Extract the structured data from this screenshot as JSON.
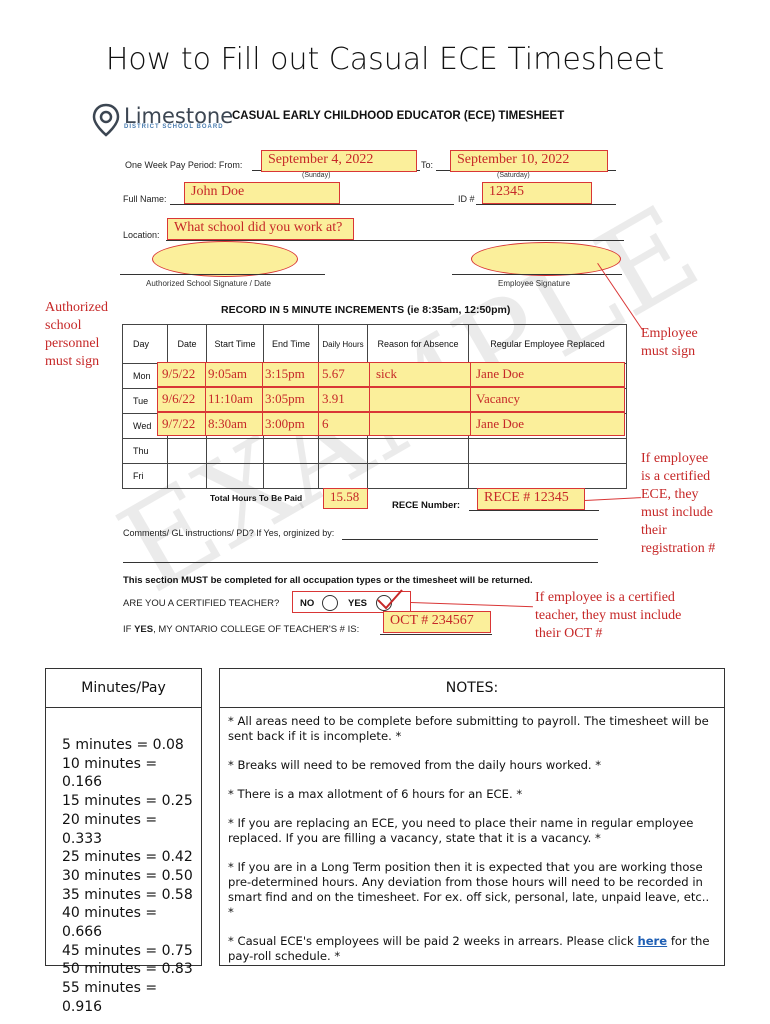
{
  "page_title": "How to Fill out Casual ECE Timesheet",
  "logo": {
    "name": "Limestone",
    "sub": "DISTRICT SCHOOL BOARD",
    "icon": "location-pin-icon"
  },
  "form_title": "CASUAL EARLY CHILDHOOD EDUCATOR (ECE) TIMESHEET",
  "pay_period": {
    "label": "One Week Pay Period:  From:",
    "from": "September 4, 2022",
    "from_note": "(Sunday)",
    "to_label": "To:",
    "to": "September 10, 2022",
    "to_note": "(Saturday)"
  },
  "full_name": {
    "label": "Full Name:",
    "value": "John Doe",
    "id_label": "ID #",
    "id": "12345"
  },
  "location": {
    "label": "Location:",
    "value": "What school did you work at?"
  },
  "signatures": {
    "school": "Authorized School Signature / Date",
    "employee": "Employee Signature"
  },
  "record_title": "RECORD IN 5 MINUTE INCREMENTS (ie 8:35am, 12:50pm)",
  "table": {
    "headers": [
      "Day",
      "Date",
      "Start Time",
      "End Time",
      "Daily Hours",
      "Reason for Absence",
      "Regular Employee Replaced"
    ],
    "rows": [
      {
        "day": "Mon",
        "date": "9/5/22",
        "start": "9:05am",
        "end": "3:15pm",
        "hours": "5.67",
        "reason": "sick",
        "replaced": "Jane Doe"
      },
      {
        "day": "Tue",
        "date": "9/6/22",
        "start": "11:10am",
        "end": "3:05pm",
        "hours": "3.91",
        "reason": "",
        "replaced": "Vacancy"
      },
      {
        "day": "Wed",
        "date": "9/7/22",
        "start": "8:30am",
        "end": "3:00pm",
        "hours": "6",
        "reason": "",
        "replaced": "Jane Doe"
      },
      {
        "day": "Thu",
        "date": "",
        "start": "",
        "end": "",
        "hours": "",
        "reason": "",
        "replaced": ""
      },
      {
        "day": "Fri",
        "date": "",
        "start": "",
        "end": "",
        "hours": "",
        "reason": "",
        "replaced": ""
      }
    ],
    "total_label": "Total Hours To Be Paid",
    "total": "15.58",
    "rece_label": "RECE Number:",
    "rece": "RECE # 12345"
  },
  "comments_label": "Comments/ GL instructions/ PD? If Yes, orginized by:",
  "section_note": "This section MUST be completed for all occupation types or the timesheet will be returned.",
  "certified": {
    "question": "ARE YOU A CERTIFIED TEACHER?",
    "no": "NO",
    "yes": "YES",
    "oct_label_pre": "IF ",
    "oct_label_bold": "YES",
    "oct_label_post": ", MY ONTARIO COLLEGE OF TEACHER'S # IS:",
    "oct": "OCT # 234567"
  },
  "watermark": "EXAMPLE",
  "annotations": {
    "school_sign": [
      "Authorized",
      "school",
      "personnel",
      "must sign"
    ],
    "employee_sign": [
      "Employee",
      "must sign"
    ],
    "rece": [
      "If employee",
      "is a certified",
      "ECE, they",
      "must include",
      "their",
      "registration #"
    ],
    "oct": [
      "If employee is a certified",
      "teacher, they must include",
      "their OCT #"
    ]
  },
  "minutes_pay": {
    "title": "Minutes/Pay",
    "items": [
      "5 minutes = 0.08",
      "10 minutes = 0.166",
      "15 minutes = 0.25",
      "20 minutes = 0.333",
      "25 minutes = 0.42",
      "30 minutes = 0.50",
      "35 minutes = 0.58",
      "40 minutes = 0.666",
      "45 minutes = 0.75",
      "50 minutes = 0.83",
      "55 minutes = 0.916"
    ]
  },
  "notes": {
    "title": "NOTES:",
    "items": [
      "* All areas need to be complete before submitting to payroll. The timesheet will be sent back if it is incomplete. *",
      "* Breaks will need to be removed from the daily hours worked. *",
      "* There is a max allotment of 6 hours for an ECE. *",
      "* If you are replacing an ECE, you need to place their name in regular employee replaced. If you are filling a vacancy, state that it is a vacancy. *",
      "* If you are in a Long Term position then it is expected that you are working those pre-determined hours. Any deviation from those hours will need to be recorded in smart find and on the timesheet. For ex. off sick, personal, late, unpaid leave, etc.. *"
    ],
    "last_pre": "* Casual ECE's employees will be paid 2 weeks in arrears. Please click ",
    "last_link": "here",
    "last_post": " for the pay-roll schedule. *"
  }
}
